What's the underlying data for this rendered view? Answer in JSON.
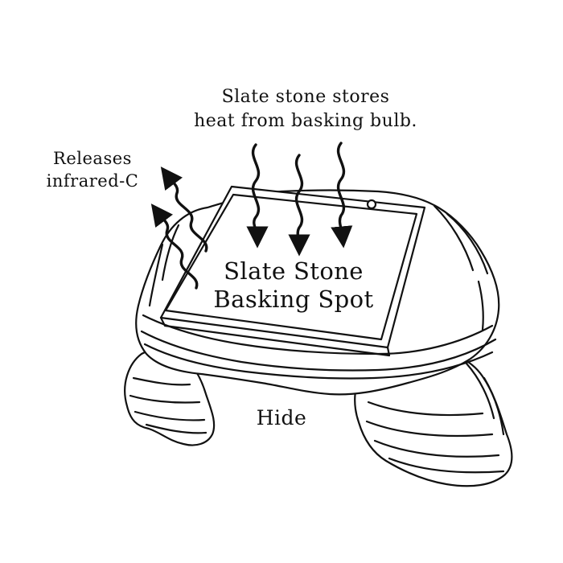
{
  "top_caption": {
    "line1": "Slate stone stores",
    "line2": "heat from basking bulb."
  },
  "side_caption": {
    "line1": "Releases",
    "line2": "infrared-C"
  },
  "slate_title": {
    "line1": "Slate Stone",
    "line2": "Basking Spot"
  },
  "hide_label": "Hide",
  "colors": {
    "ink": "#111111",
    "background": "#ffffff"
  }
}
